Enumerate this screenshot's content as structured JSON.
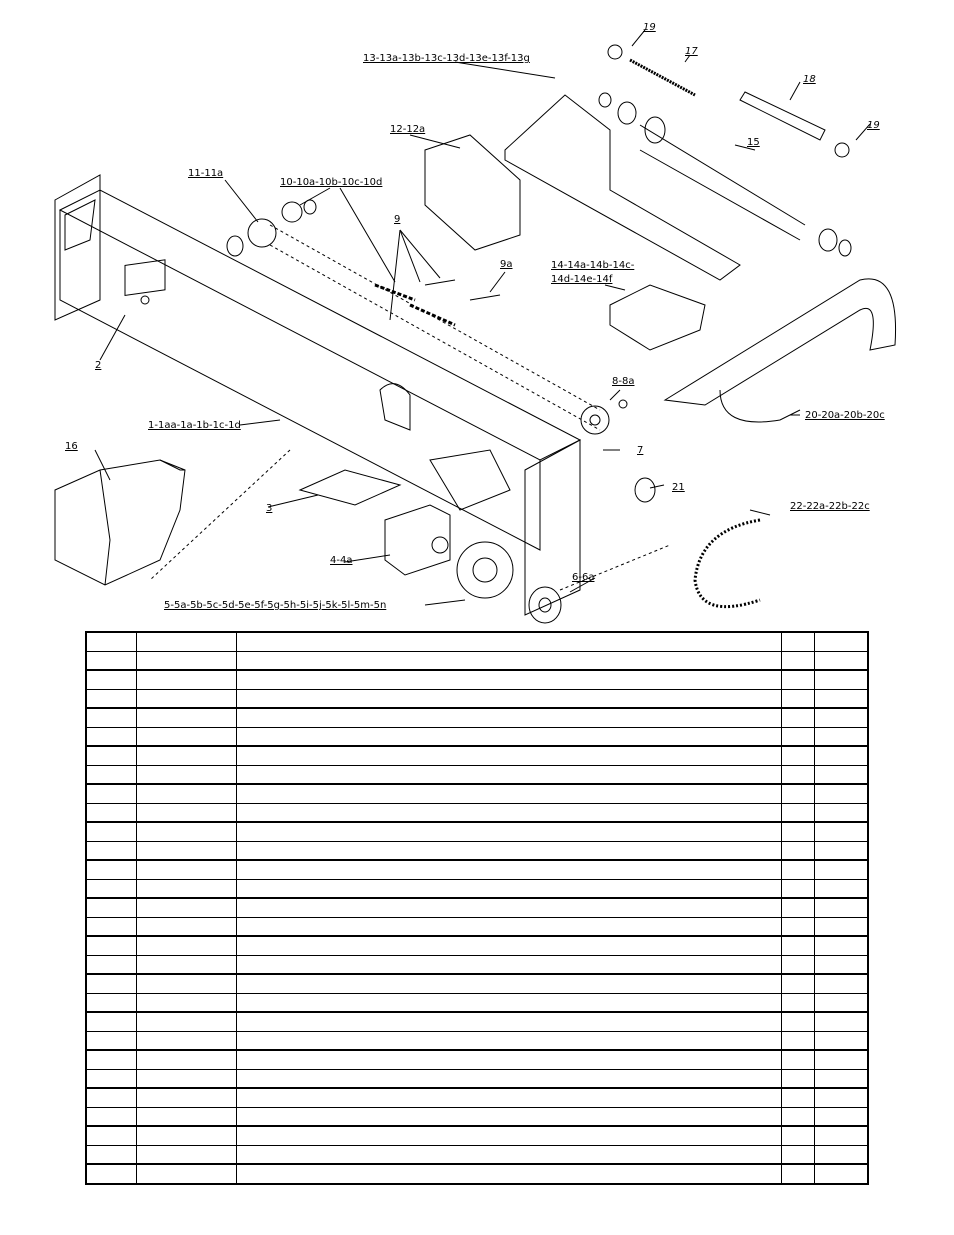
{
  "callouts": {
    "c1": "1-1aa-1a-1b-1c-1d",
    "c2": "2",
    "c3": "3",
    "c4": "4-4a",
    "c5": "5-5a-5b-5c-5d-5e-5f-5g-5h-5i-5j-5k-5l-5m-5n",
    "c6": "6-6a",
    "c7": "7",
    "c8": "8-8a",
    "c9": "9",
    "c9a": "9a",
    "c10": "10-10a-10b-10c-10d",
    "c11": "11-11a",
    "c12": "12-12a",
    "c13": "13-13a-13b-13c-13d-13e-13f-13g",
    "c14a": "14-14a-14b-14c-",
    "c14b": "14d-14e-14f",
    "c15": "15",
    "c16": "16",
    "c17": "17",
    "c18": "18",
    "c19a": "19",
    "c19b": "19",
    "c20": "20-20a-20b-20c",
    "c21": "21",
    "c22": "22-22a-22b-22c"
  },
  "table": {
    "columns": 5,
    "rows": 29
  }
}
